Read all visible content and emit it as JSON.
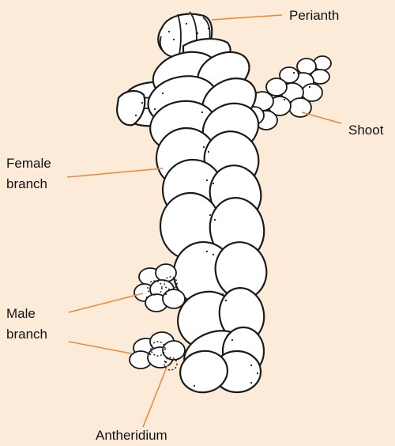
{
  "diagram": {
    "labels": {
      "perianth": "Perianth",
      "shoot": "Shoot",
      "female_line1": "Female",
      "female_line2": "branch",
      "male_line1": "Male",
      "male_line2": "branch",
      "antheridium": "Antheridium"
    },
    "colors": {
      "background": "#fdebd9",
      "pointer_line": "#e8893a",
      "outline": "#1a1a1a",
      "leaf_fill": "#ffffff"
    }
  }
}
